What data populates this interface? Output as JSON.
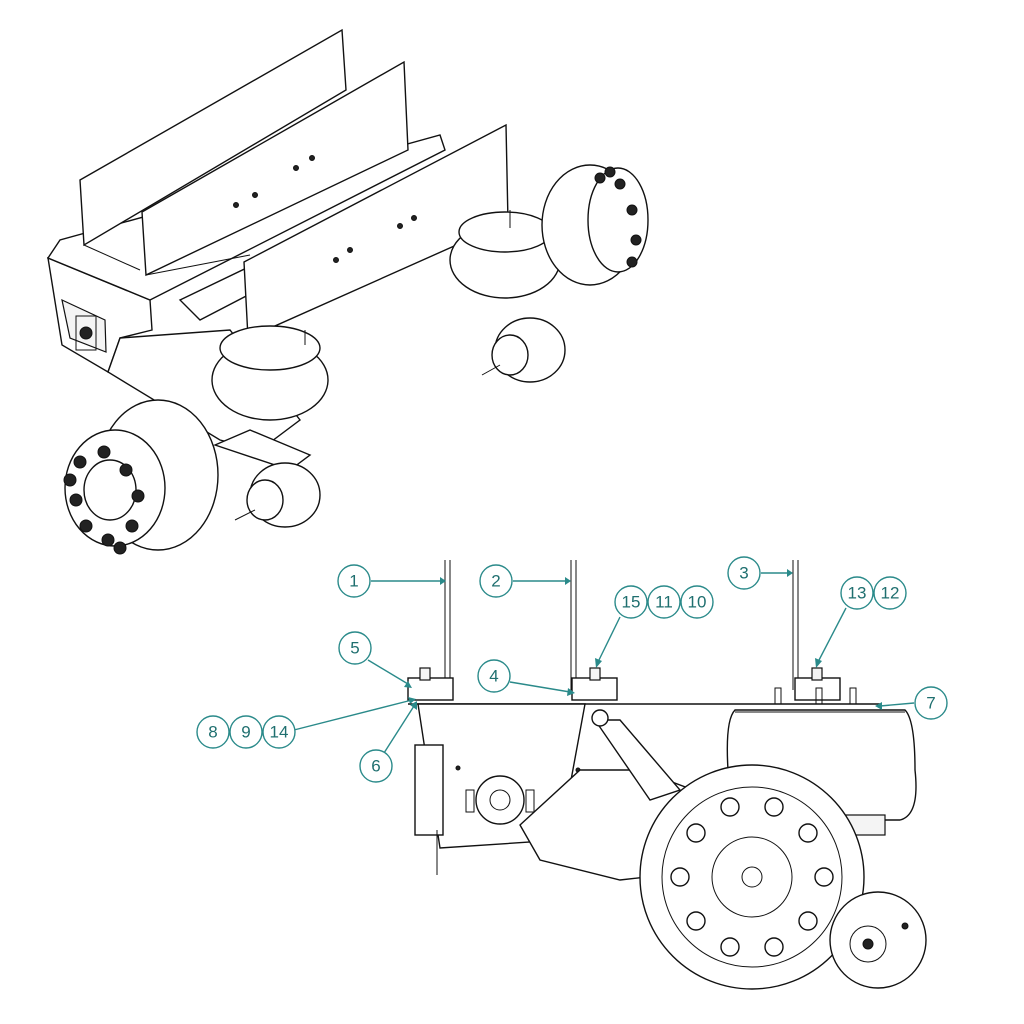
{
  "callouts": {
    "c1": "1",
    "c2": "2",
    "c3": "3",
    "c4": "4",
    "c5": "5",
    "c6": "6",
    "c7": "7",
    "c8": "8",
    "c9": "9",
    "c10": "10",
    "c11": "11",
    "c12": "12",
    "c13": "13",
    "c14": "14",
    "c15": "15"
  },
  "colors": {
    "callout": "#2a8a8a",
    "line_art": "#111111"
  }
}
